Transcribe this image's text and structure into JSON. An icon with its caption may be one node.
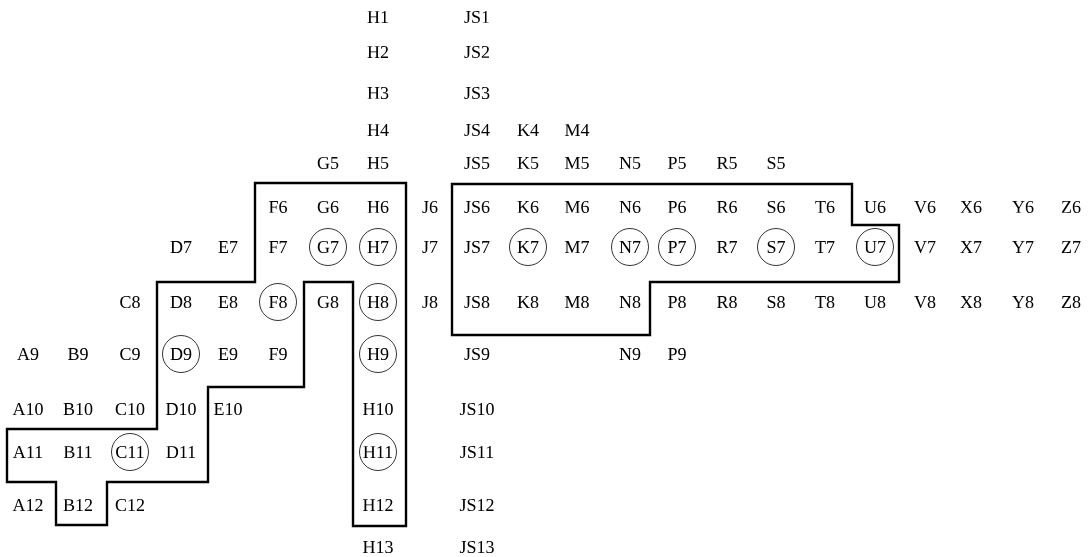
{
  "diagram": {
    "nodes": [
      {
        "text": [
          "G7"
        ]
      },
      {
        "text": [
          "H7"
        ]
      },
      {
        "text": [
          "K7"
        ]
      },
      {
        "text": [
          "N7"
        ]
      },
      {
        "text": [
          "P7"
        ]
      },
      {
        "text": [
          "S7"
        ]
      },
      {
        "text": [
          "U7"
        ]
      },
      {
        "text": [
          "F8"
        ]
      },
      {
        "text": [
          "H8"
        ]
      },
      {
        "text": [
          "D9"
        ]
      },
      {
        "text": [
          "H9"
        ]
      },
      {
        "text": [
          "C11"
        ]
      },
      {
        "text": [
          "H11"
        ]
      }
    ],
    "labels": [
      "H1",
      "JS1",
      "H2",
      "JS2",
      "H3",
      "JS3",
      "H4",
      "JS4",
      "K4",
      "M4",
      "G5",
      "H5",
      "JS5",
      "K5",
      "M5",
      "N5",
      "P5",
      "R5",
      "S5",
      "F6",
      "G6",
      "H6",
      "J6",
      "JS6",
      "K6",
      "M6",
      "N6",
      "P6",
      "R6",
      "S6",
      "T6",
      "U6",
      "V6",
      "X6",
      "Y6",
      "Z6",
      "D7",
      "E7",
      "F7",
      "J7",
      "JS7",
      "M7",
      "R7",
      "T7",
      "V7",
      "X7",
      "Y7",
      "Z7",
      "C8",
      "D8",
      "E8",
      "G8",
      "J8",
      "JS8",
      "K8",
      "M8",
      "N8",
      "P8",
      "R8",
      "S8",
      "T8",
      "U8",
      "V8",
      "X8",
      "Y8",
      "Z8",
      "A9",
      "B9",
      "C9",
      "E9",
      "F9",
      "JS9",
      "N9",
      "P9",
      "A10",
      "B10",
      "C10",
      "D10",
      "E10",
      "H10",
      "JS10",
      "A11",
      "B11",
      "D11",
      "JS11",
      "A12",
      "B12",
      "C12",
      "H12",
      "JS12",
      "H13",
      "JS13"
    ]
  }
}
